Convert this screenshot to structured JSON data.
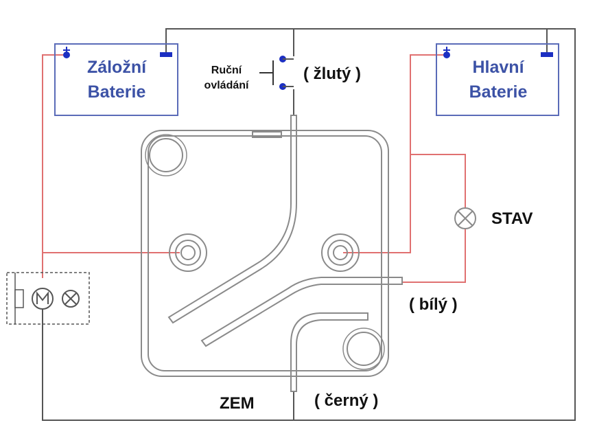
{
  "backup_battery": {
    "line1": "Záložní",
    "line2": "Baterie"
  },
  "main_battery": {
    "line1": "Hlavní",
    "line2": "Baterie"
  },
  "manual_control": {
    "line1": "Ruční",
    "line2": "ovládání"
  },
  "wires": {
    "yellow": "( žlutý )",
    "white": "( bílý )",
    "black": "( černý )",
    "ground": "ZEM"
  },
  "status_lamp": "STAV",
  "colors": {
    "battery_box": "#5a6bb8",
    "battery_text": "#3c52a6",
    "terminal": "#1c2fc2",
    "red_wire": "#e07070",
    "black_wire": "#555555",
    "relay_outline": "#8a8a8a"
  }
}
